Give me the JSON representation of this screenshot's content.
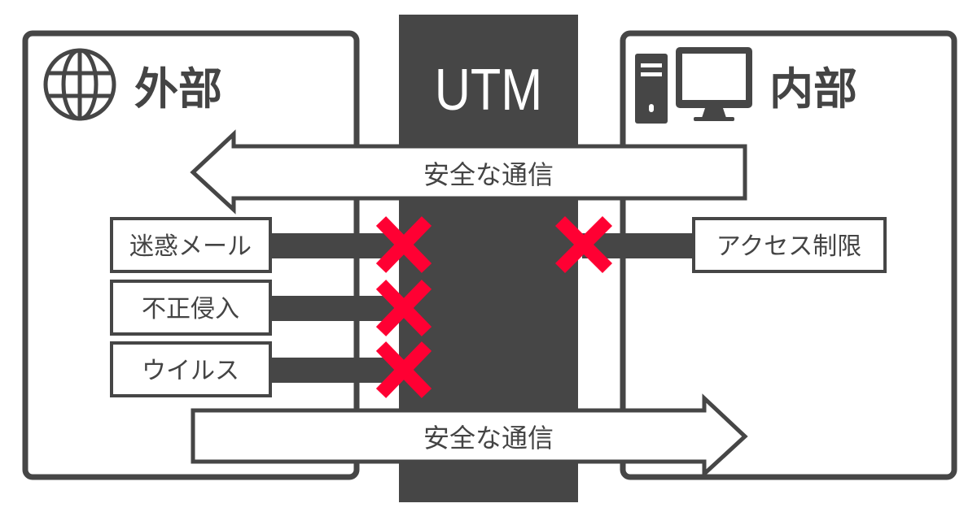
{
  "external": {
    "title": "外部",
    "icon": "globe-icon"
  },
  "internal": {
    "title": "内部",
    "icon": "desktop-computer-icon"
  },
  "utm": {
    "title": "UTM"
  },
  "arrows": {
    "outbound": "安全な通信",
    "inbound": "安全な通信"
  },
  "threats": [
    {
      "label": "迷惑メール"
    },
    {
      "label": "不正侵入"
    },
    {
      "label": "ウイルス"
    }
  ],
  "internal_threat": {
    "label": "アクセス制限"
  },
  "colors": {
    "dark": "#464646",
    "block": "#ff0033",
    "bg": "#ffffff"
  }
}
